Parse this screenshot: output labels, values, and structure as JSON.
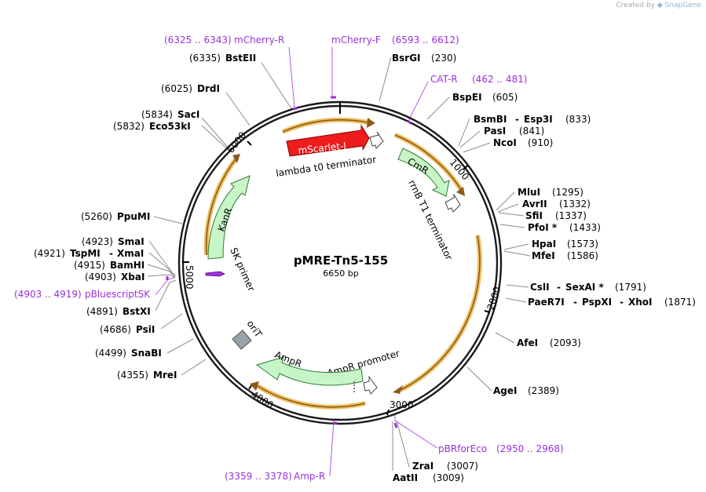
{
  "credit": {
    "prefix": "Created by",
    "brand": "SnapGene",
    "icon": "snapgene-logo-icon"
  },
  "plasmid": {
    "name": "pMRE-Tn5-155",
    "length_label": "6650 bp"
  },
  "backbone_ticks": [
    {
      "label": "1000"
    },
    {
      "label": "2000"
    },
    {
      "label": "3000"
    },
    {
      "label": "4000"
    },
    {
      "label": "5000"
    },
    {
      "label": "6000"
    }
  ],
  "features": [
    {
      "name": "mScarlet-I",
      "color": "#ee1c1c"
    },
    {
      "name": "lambda t0 terminator"
    },
    {
      "name": "CmR",
      "color": "#c8f5c8"
    },
    {
      "name": "rrnB T1 terminator"
    },
    {
      "name": "AmpR promoter"
    },
    {
      "name": "AmpR",
      "color": "#c8f5c8"
    },
    {
      "name": "oriT"
    },
    {
      "name": "SK primer"
    },
    {
      "name": "KanR",
      "color": "#c8f5c8"
    }
  ],
  "primer_labels": [
    {
      "range": "(6325 .. 6343)",
      "name": "mCherry-R"
    },
    {
      "name": "mCherry-F",
      "range": "(6593 .. 6612)"
    },
    {
      "name": "CAT-R",
      "range": "(462 .. 481)"
    },
    {
      "range": "(4903 .. 4919)",
      "name": "pBluescriptSK"
    },
    {
      "name": "pBRforEco",
      "range": "(2950 .. 2968)"
    },
    {
      "range": "(3359 .. 3378)",
      "name": "Amp-R"
    }
  ],
  "site_labels_left": [
    {
      "pos": "(6335)",
      "name": "BstEII"
    },
    {
      "pos": "(6025)",
      "name": "DrdI"
    },
    {
      "pos": "(5834)",
      "name": "SacI"
    },
    {
      "pos": "(5832)",
      "name": "Eco53kI"
    },
    {
      "pos": "(5260)",
      "name": "PpuMI"
    },
    {
      "pos": "(4923)",
      "name": "SmaI"
    },
    {
      "pos": "(4921)",
      "name": "TspMI",
      "name2": "XmaI"
    },
    {
      "pos": "(4915)",
      "name": "BamHI"
    },
    {
      "pos": "(4903)",
      "name": "XbaI"
    },
    {
      "pos": "(4891)",
      "name": "BstXI"
    },
    {
      "pos": "(4686)",
      "name": "PsiI"
    },
    {
      "pos": "(4499)",
      "name": "SnaBI"
    },
    {
      "pos": "(4355)",
      "name": "MreI"
    }
  ],
  "site_labels_right": [
    {
      "name": "BsrGI",
      "pos": "(230)"
    },
    {
      "name": "BspEI",
      "pos": "(605)"
    },
    {
      "name": "BsmBI",
      "name2": "Esp3I",
      "pos": "(833)"
    },
    {
      "name": "PasI",
      "pos": "(841)"
    },
    {
      "name": "NcoI",
      "pos": "(910)"
    },
    {
      "name": "MluI",
      "pos": "(1295)"
    },
    {
      "name": "AvrII",
      "pos": "(1332)"
    },
    {
      "name": "SfiI",
      "pos": "(1337)"
    },
    {
      "name": "PfoI *",
      "pos": "(1433)"
    },
    {
      "name": "HpaI",
      "pos": "(1573)"
    },
    {
      "name": "MfeI",
      "pos": "(1586)"
    },
    {
      "name": "CslI",
      "name2": "SexAI *",
      "pos": "(1791)"
    },
    {
      "name": "PaeR7I",
      "name2": "PspXI",
      "name3": "XhoI",
      "pos": "(1871)"
    },
    {
      "name": "AfeI",
      "pos": "(2093)"
    },
    {
      "name": "AgeI",
      "pos": "(2389)"
    },
    {
      "name": "ZraI",
      "pos": "(3007)"
    },
    {
      "name": "AatII",
      "pos": "(3009)"
    }
  ]
}
